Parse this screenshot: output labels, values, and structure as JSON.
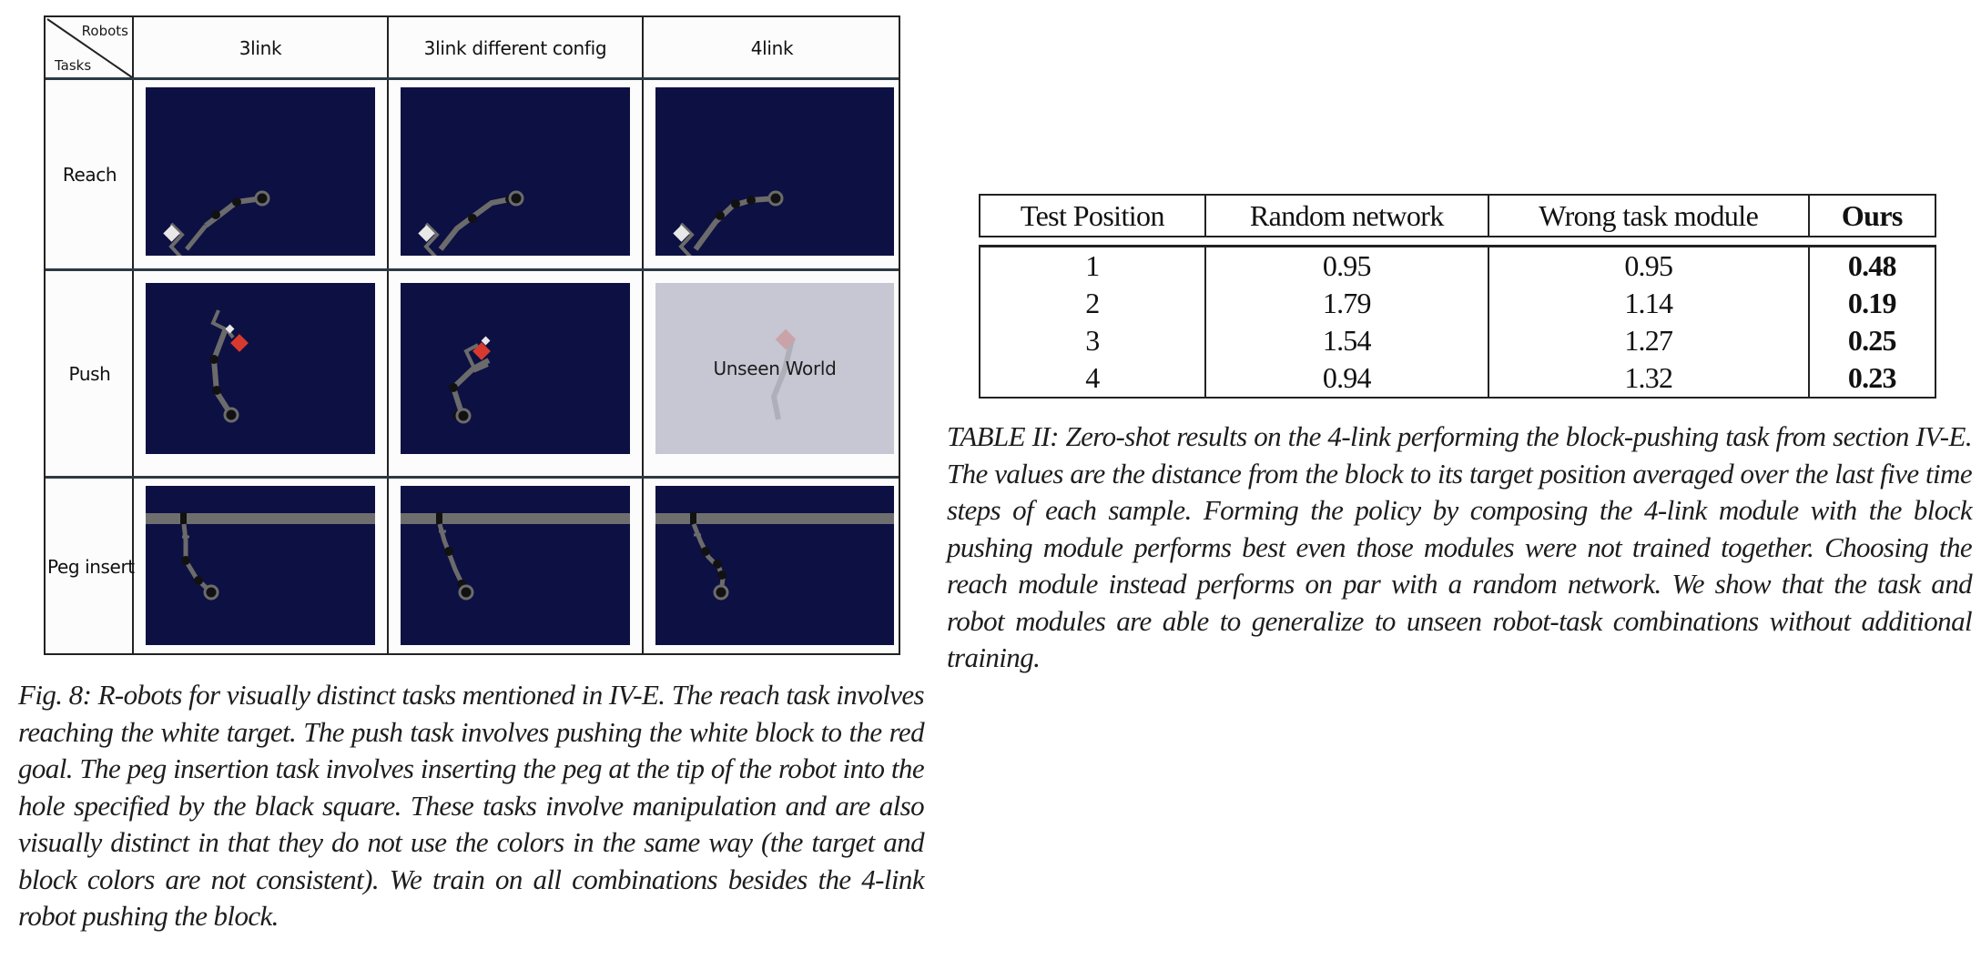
{
  "figure": {
    "corner": {
      "top_right": "Robots",
      "bottom_left": "Tasks"
    },
    "columns": [
      "3link",
      "3link different config",
      "4link"
    ],
    "rows": [
      "Reach",
      "Push",
      "Peg insert"
    ],
    "unseen_label": "Unseen World",
    "colors": {
      "panel_bg": "#0d1042",
      "unseen_bg": "#c6c7d3",
      "robot_link": "#6b6b6b",
      "joint": "#111111",
      "target_white": "#e8e8e8",
      "goal_red": "#d63a2f",
      "peg_bar": "#6e6e6e"
    }
  },
  "figure_caption": "Fig. 8: R-obots for visually distinct tasks mentioned in  IV-E. The reach task involves reaching the white target. The push task involves pushing the white block to the red goal. The peg insertion task involves inserting the peg at the tip of the robot into the hole specified by the black square. These tasks involve manipulation and are also visually distinct in that they do not use the colors in the same way (the target and block colors are not consistent). We train on all combinations besides the 4-link robot pushing the block.",
  "table": {
    "headers": [
      "Test Position",
      "Random network",
      "Wrong task module",
      "Ours"
    ],
    "rows": [
      [
        "1",
        "0.95",
        "0.95",
        "0.48"
      ],
      [
        "2",
        "1.79",
        "1.14",
        "0.19"
      ],
      [
        "3",
        "1.54",
        "1.27",
        "0.25"
      ],
      [
        "4",
        "0.94",
        "1.32",
        "0.23"
      ]
    ]
  },
  "table_caption": "TABLE II: Zero-shot results on the 4-link performing the block-pushing task from section IV-E. The values are the distance from the block to its target position averaged over the last five time steps of each sample. Forming the policy by composing the 4-link module with the block pushing module performs best even those modules were not trained together. Choosing the reach module instead performs on par with a random network. We show that the task and robot modules are able to generalize to unseen robot-task combinations without additional training."
}
